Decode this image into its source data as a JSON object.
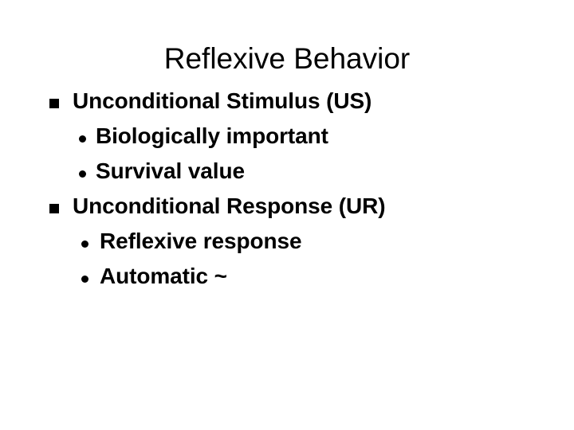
{
  "slide": {
    "title": "Reflexive Behavior",
    "background_color": "#ffffff",
    "text_color": "#000000",
    "bullets": [
      {
        "level": 1,
        "marker": "square-bullet-icon",
        "text": "Unconditional Stimulus (US)"
      },
      {
        "level": 2,
        "marker": "round-bullet-icon",
        "text": "Biologically important"
      },
      {
        "level": 2,
        "marker": "round-bullet-icon",
        "text": "Survival value"
      },
      {
        "level": 1,
        "marker": "square-bullet-icon",
        "text": "Unconditional Response (UR)"
      },
      {
        "level": 2,
        "marker": "round-bullet-icon",
        "text": "Reflexive response"
      },
      {
        "level": 2,
        "marker": "round-bullet-icon",
        "text": "Automatic ~"
      }
    ]
  }
}
